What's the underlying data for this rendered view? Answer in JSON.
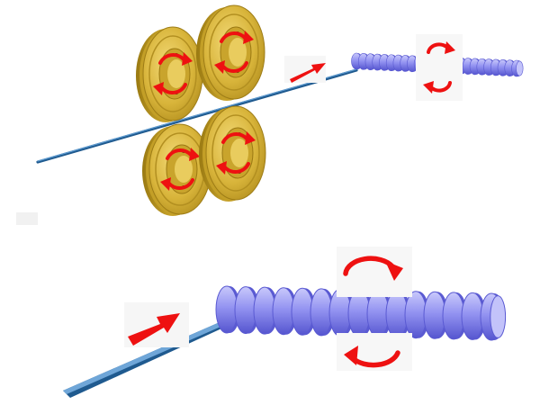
{
  "colors": {
    "background": "#ffffff",
    "wire": "#3f7db5",
    "wire_dark": "#1f5a8f",
    "roller_gold": "#d8b43a",
    "roller_dark": "#a17f14",
    "roller_light": "#f0d46a",
    "coil": "#8f8ff0",
    "coil_dark": "#5a5ad2",
    "coil_light": "#c3c3fa",
    "arrow_red": "#ee1111"
  },
  "icons": {
    "feed_arrow": "right-arrow-icon",
    "rotation": "rotation-arrows-icon",
    "roller": "gold-roller-icon",
    "coil": "coiled-spring-icon"
  },
  "scenes": {
    "top": {
      "roller_count": 4,
      "coil_turns": 24
    },
    "bottom": {
      "coil_turns": 15
    }
  }
}
